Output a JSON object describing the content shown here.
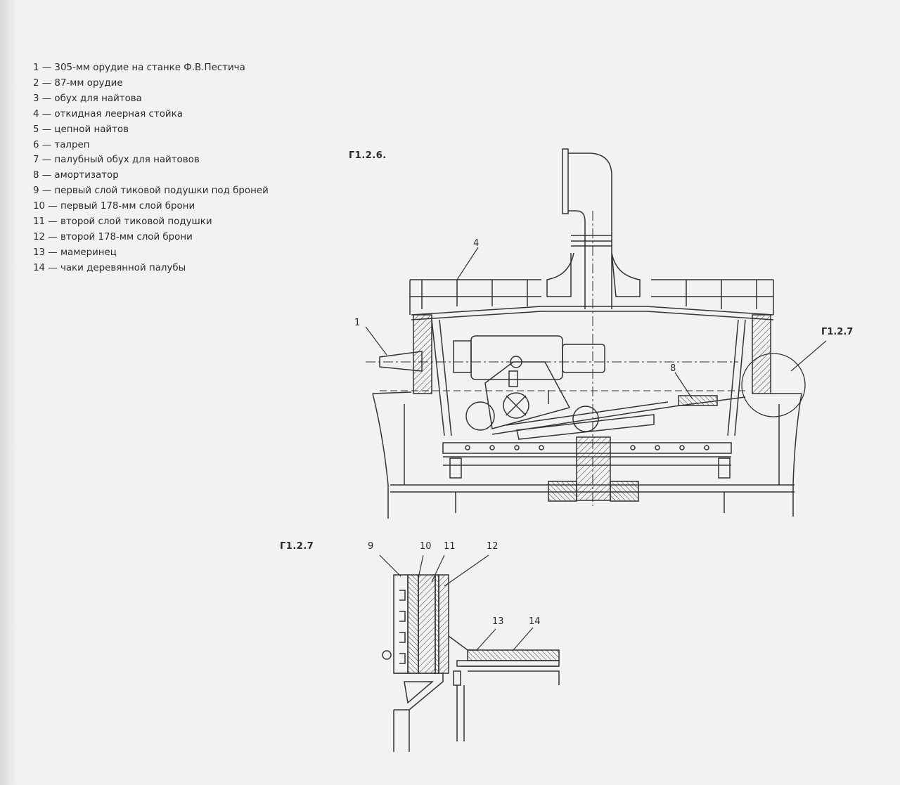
{
  "legend": [
    "1 — 305-мм орудие на станке Ф.В.Пестича",
    "2 — 87-мм орудие",
    "3 — обух для найтова",
    "4 — откидная леерная стойка",
    "5 — цепной найтов",
    "6 — талреп",
    "7 — палубный обух для найтовов",
    "8 — амортизатор",
    "9 — первый слой тиковой подушки под броней",
    "10 — первый 178-мм слой брони",
    "11 — второй слой тиковой подушки",
    "12 — второй 178-мм слой брони",
    "13 — мамеринец",
    "14 — чаки деревянной палубы"
  ],
  "figures": {
    "main": {
      "label": "Г1.2.6.",
      "callouts": {
        "c1": "1",
        "c4": "4",
        "c8": "8",
        "ref": "Г1.2.7"
      }
    },
    "detail": {
      "label": "Г1.2.7",
      "callouts": {
        "c9": "9",
        "c10": "10",
        "c11": "11",
        "c12": "12",
        "c13": "13",
        "c14": "14"
      }
    }
  }
}
